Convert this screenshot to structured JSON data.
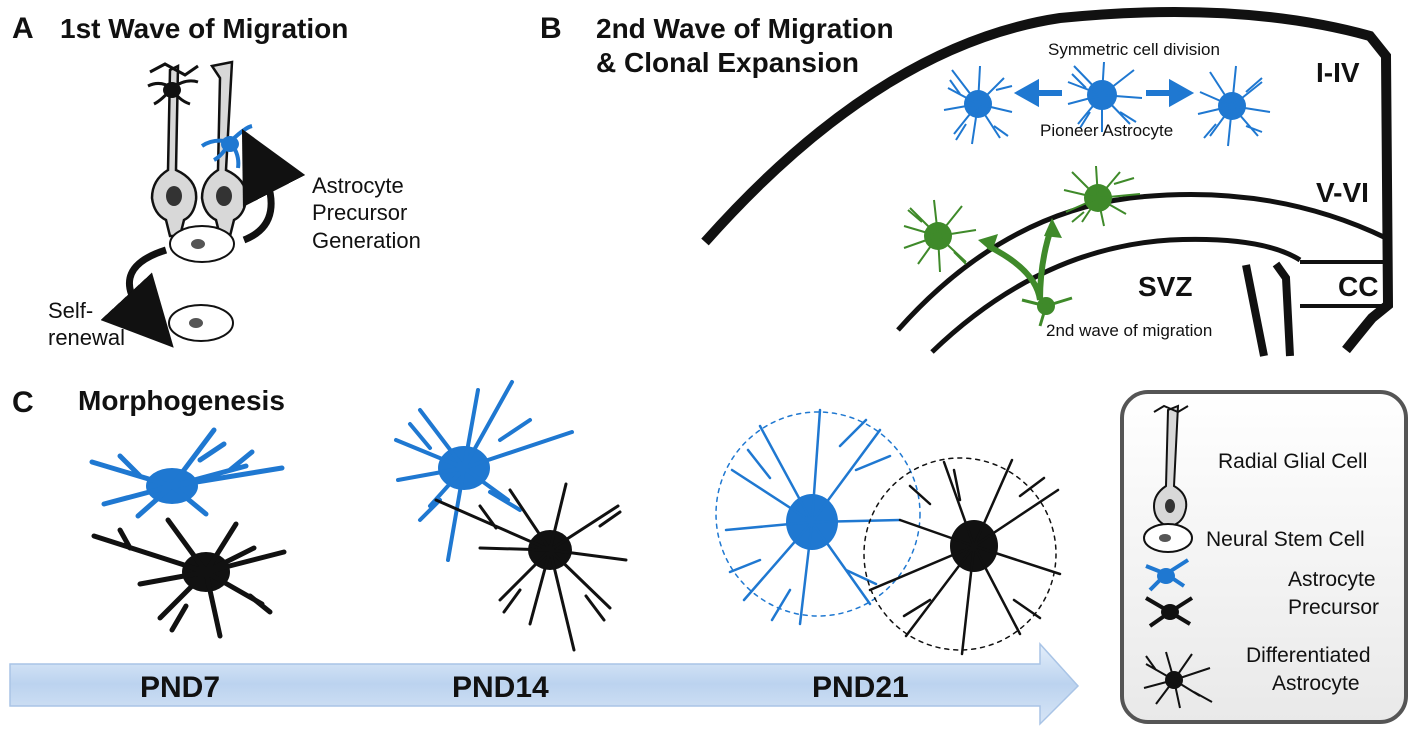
{
  "panelA": {
    "letter": "A",
    "title": "1st Wave of Migration",
    "precursor_l1": "Astrocyte",
    "precursor_l2": "Precursor",
    "precursor_l3": "Generation",
    "selfrenewal_l1": "Self-",
    "selfrenewal_l2": "renewal"
  },
  "panelB": {
    "letter": "B",
    "title_l1": "2nd Wave of Migration",
    "title_l2": "& Clonal Expansion",
    "symmetric": "Symmetric cell division",
    "pioneer": "Pioneer Astrocyte",
    "layer_1": "I-IV",
    "layer_2": "V-VI",
    "svz": "SVZ",
    "cc": "CC",
    "second_wave": "2nd wave of migration"
  },
  "panelC": {
    "letter": "C",
    "title": "Morphogenesis",
    "timeline": [
      "PND7",
      "PND14",
      "PND21"
    ]
  },
  "legend": {
    "radial": "Radial Glial Cell",
    "nsc": "Neural Stem Cell",
    "precursor_l1": "Astrocyte",
    "precursor_l2": "Precursor",
    "diff_l1": "Differentiated",
    "diff_l2": "Astrocyte"
  },
  "colors": {
    "blue": "#1f78d1",
    "green": "#3f8a2a",
    "black": "#111111",
    "arrow_fill": "#c9dcf2"
  }
}
